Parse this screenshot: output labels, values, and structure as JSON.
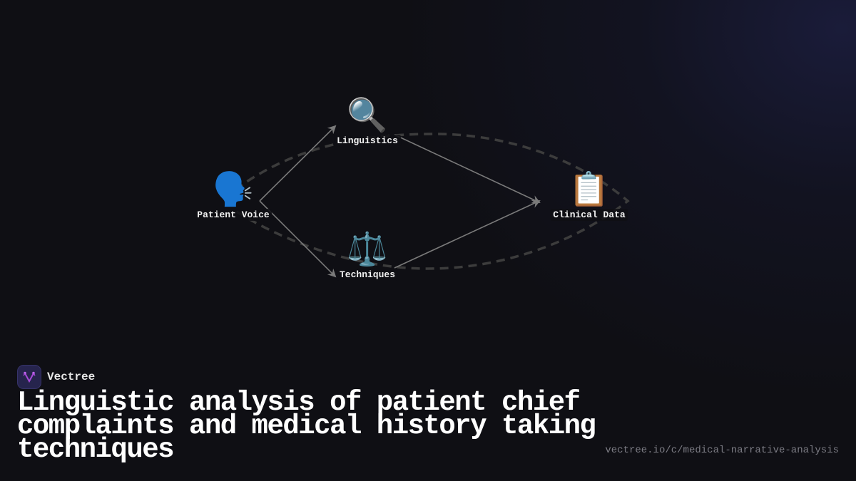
{
  "diagram": {
    "nodes": [
      {
        "id": "patient-voice",
        "label": "Patient Voice",
        "icon": "speaking-head-icon",
        "emoji": "🗣️"
      },
      {
        "id": "linguistics",
        "label": "Linguistics",
        "icon": "magnifying-glass-icon",
        "emoji": "🔍"
      },
      {
        "id": "techniques",
        "label": "Techniques",
        "icon": "balance-scale-icon",
        "emoji": "⚖️"
      },
      {
        "id": "clinical-data",
        "label": "Clinical Data",
        "icon": "clipboard-icon",
        "emoji": "📋"
      }
    ],
    "edges": [
      {
        "from": "Patient Voice",
        "to": "Linguistics"
      },
      {
        "from": "Patient Voice",
        "to": "Techniques"
      },
      {
        "from": "Linguistics",
        "to": "Clinical Data"
      },
      {
        "from": "Techniques",
        "to": "Clinical Data"
      }
    ],
    "colors": {
      "edge": "#7a7a7a",
      "dashed_outline": "#3a3a3a",
      "background": "#0f0f14"
    }
  },
  "brand": {
    "name": "Vectree",
    "logo_color": "#a64ad8"
  },
  "title": "Linguistic analysis of patient chief complaints and medical history taking techniques",
  "url": "vectree.io/c/medical-narrative-analysis"
}
